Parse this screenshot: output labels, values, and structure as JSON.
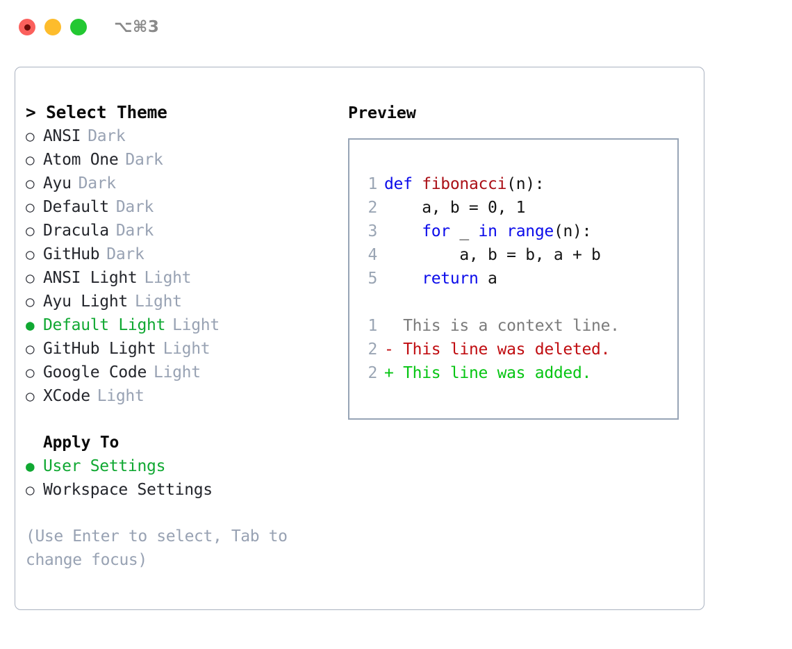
{
  "titlebar": {
    "buttons": [
      {
        "name": "close",
        "color": "#fb605c"
      },
      {
        "name": "minimize",
        "color": "#fdbc2c"
      },
      {
        "name": "maximize",
        "color": "#23c832"
      }
    ],
    "shortcut": "⌥⌘3"
  },
  "accent": {
    "green": "#10a832",
    "muted": "#98a2b3",
    "border": "#aab2c0",
    "preview_border": "#97a4b6"
  },
  "left": {
    "title": "> Select Theme",
    "themes": [
      {
        "marker": "○",
        "name": "ANSI",
        "category": "Dark",
        "selected": false
      },
      {
        "marker": "○",
        "name": "Atom One",
        "category": "Dark",
        "selected": false
      },
      {
        "marker": "○",
        "name": "Ayu",
        "category": "Dark",
        "selected": false
      },
      {
        "marker": "○",
        "name": "Default",
        "category": "Dark",
        "selected": false
      },
      {
        "marker": "○",
        "name": "Dracula",
        "category": "Dark",
        "selected": false
      },
      {
        "marker": "○",
        "name": "GitHub",
        "category": "Dark",
        "selected": false
      },
      {
        "marker": "○",
        "name": "ANSI Light",
        "category": "Light",
        "selected": false
      },
      {
        "marker": "○",
        "name": "Ayu Light",
        "category": "Light",
        "selected": false
      },
      {
        "marker": "●",
        "name": "Default Light",
        "category": "Light",
        "selected": true
      },
      {
        "marker": "○",
        "name": "GitHub Light",
        "category": "Light",
        "selected": false
      },
      {
        "marker": "○",
        "name": "Google Code",
        "category": "Light",
        "selected": false
      },
      {
        "marker": "○",
        "name": "XCode",
        "category": "Light",
        "selected": false
      }
    ],
    "apply_to": {
      "heading": "Apply To",
      "options": [
        {
          "marker": "●",
          "label": "User Settings",
          "selected": true
        },
        {
          "marker": "○",
          "label": "Workspace Settings",
          "selected": false
        }
      ]
    },
    "hint": "(Use Enter to select, Tab to change focus)"
  },
  "right": {
    "title": "Preview",
    "code": [
      {
        "line_no": "1",
        "tokens": [
          {
            "text": "def ",
            "kind": "kw"
          },
          {
            "text": "fibonacci",
            "kind": "fn"
          },
          {
            "text": "(n):",
            "kind": "plain"
          }
        ]
      },
      {
        "line_no": "2",
        "tokens": [
          {
            "text": "    a, b = 0, 1",
            "kind": "plain"
          }
        ]
      },
      {
        "line_no": "3",
        "tokens": [
          {
            "text": "    ",
            "kind": "plain"
          },
          {
            "text": "for",
            "kind": "kw"
          },
          {
            "text": " _ ",
            "kind": "plain"
          },
          {
            "text": "in",
            "kind": "kw"
          },
          {
            "text": " ",
            "kind": "plain"
          },
          {
            "text": "range",
            "kind": "kw"
          },
          {
            "text": "(n):",
            "kind": "plain"
          }
        ]
      },
      {
        "line_no": "4",
        "tokens": [
          {
            "text": "        a, b = b, a + b",
            "kind": "plain"
          }
        ]
      },
      {
        "line_no": "5",
        "tokens": [
          {
            "text": "    ",
            "kind": "plain"
          },
          {
            "text": "return",
            "kind": "kw"
          },
          {
            "text": " a",
            "kind": "plain"
          }
        ]
      }
    ],
    "diff": [
      {
        "line_no": "1",
        "sign": " ",
        "text": " This is a context line.",
        "kind": "ctx"
      },
      {
        "line_no": "2",
        "sign": "-",
        "text": " This line was deleted.",
        "kind": "del"
      },
      {
        "line_no": "2",
        "sign": "+",
        "text": " This line was added.",
        "kind": "add"
      }
    ]
  }
}
